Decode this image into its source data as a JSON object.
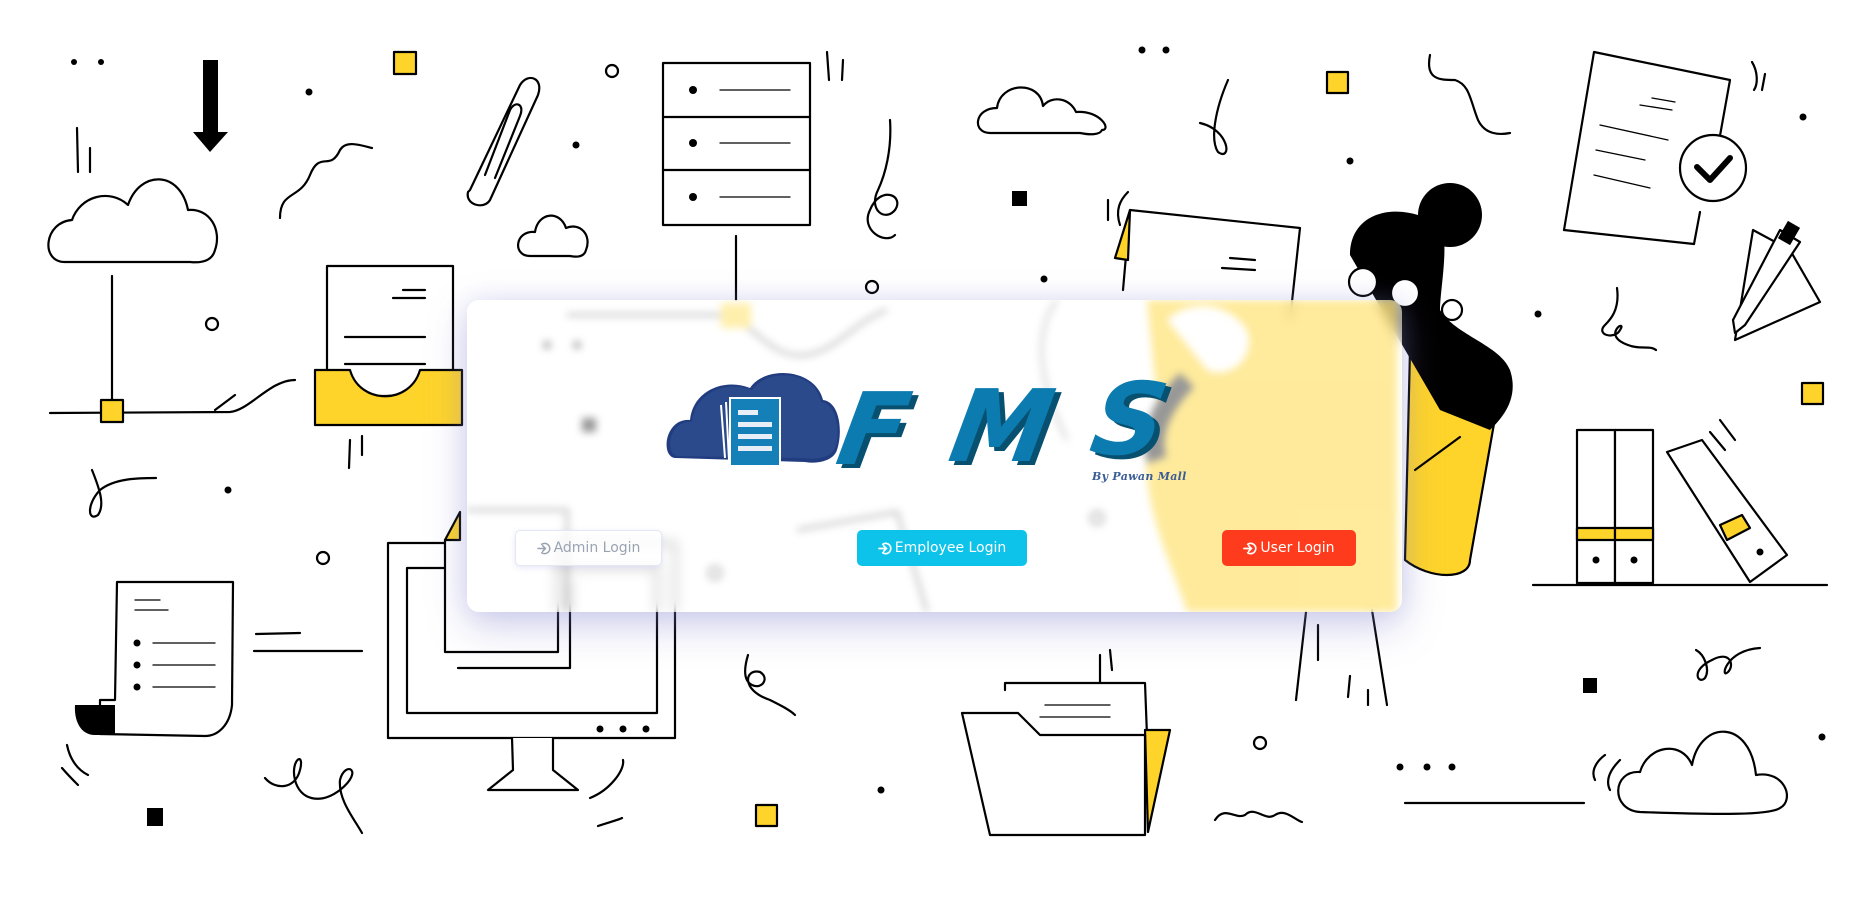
{
  "app": {
    "title": "FMS",
    "subtitle": "By Pawan Mall",
    "logo_letters": [
      "F",
      "M",
      "S"
    ]
  },
  "login_buttons": [
    {
      "label": "Admin Login",
      "icon": "login-icon",
      "style": "light"
    },
    {
      "label": "Employee Login",
      "icon": "login-icon",
      "style": "info"
    },
    {
      "label": "User Login",
      "icon": "login-icon",
      "style": "danger"
    }
  ],
  "colors": {
    "accent_yellow": "#FFD42A",
    "logo_cloud": "#2b4a8c",
    "logo_letters": "#0b7bb0",
    "employee_button": "#0dc3ea",
    "user_button": "#ff3b1e",
    "admin_button_text": "#9aa3b2"
  },
  "background_illustrations": [
    "cloud-upload-icon",
    "server-rack-icon",
    "paperclip-icon",
    "document-tray-icon",
    "document-checkmark-icon",
    "pencil-icon",
    "binders-shelf-icon",
    "folder-icon",
    "monitor-icon",
    "scroll-document-icon",
    "woman-reading-document-icon",
    "cloud-icon"
  ]
}
